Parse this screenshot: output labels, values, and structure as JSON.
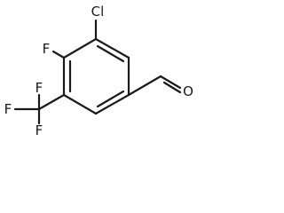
{
  "atoms": {
    "cl": "Cl",
    "f_ring": "F",
    "f_top": "F",
    "f_left": "F",
    "f_bottom": "F",
    "o": "O"
  },
  "colors": {
    "ink": "#1a1a1a",
    "background": "#ffffff"
  }
}
